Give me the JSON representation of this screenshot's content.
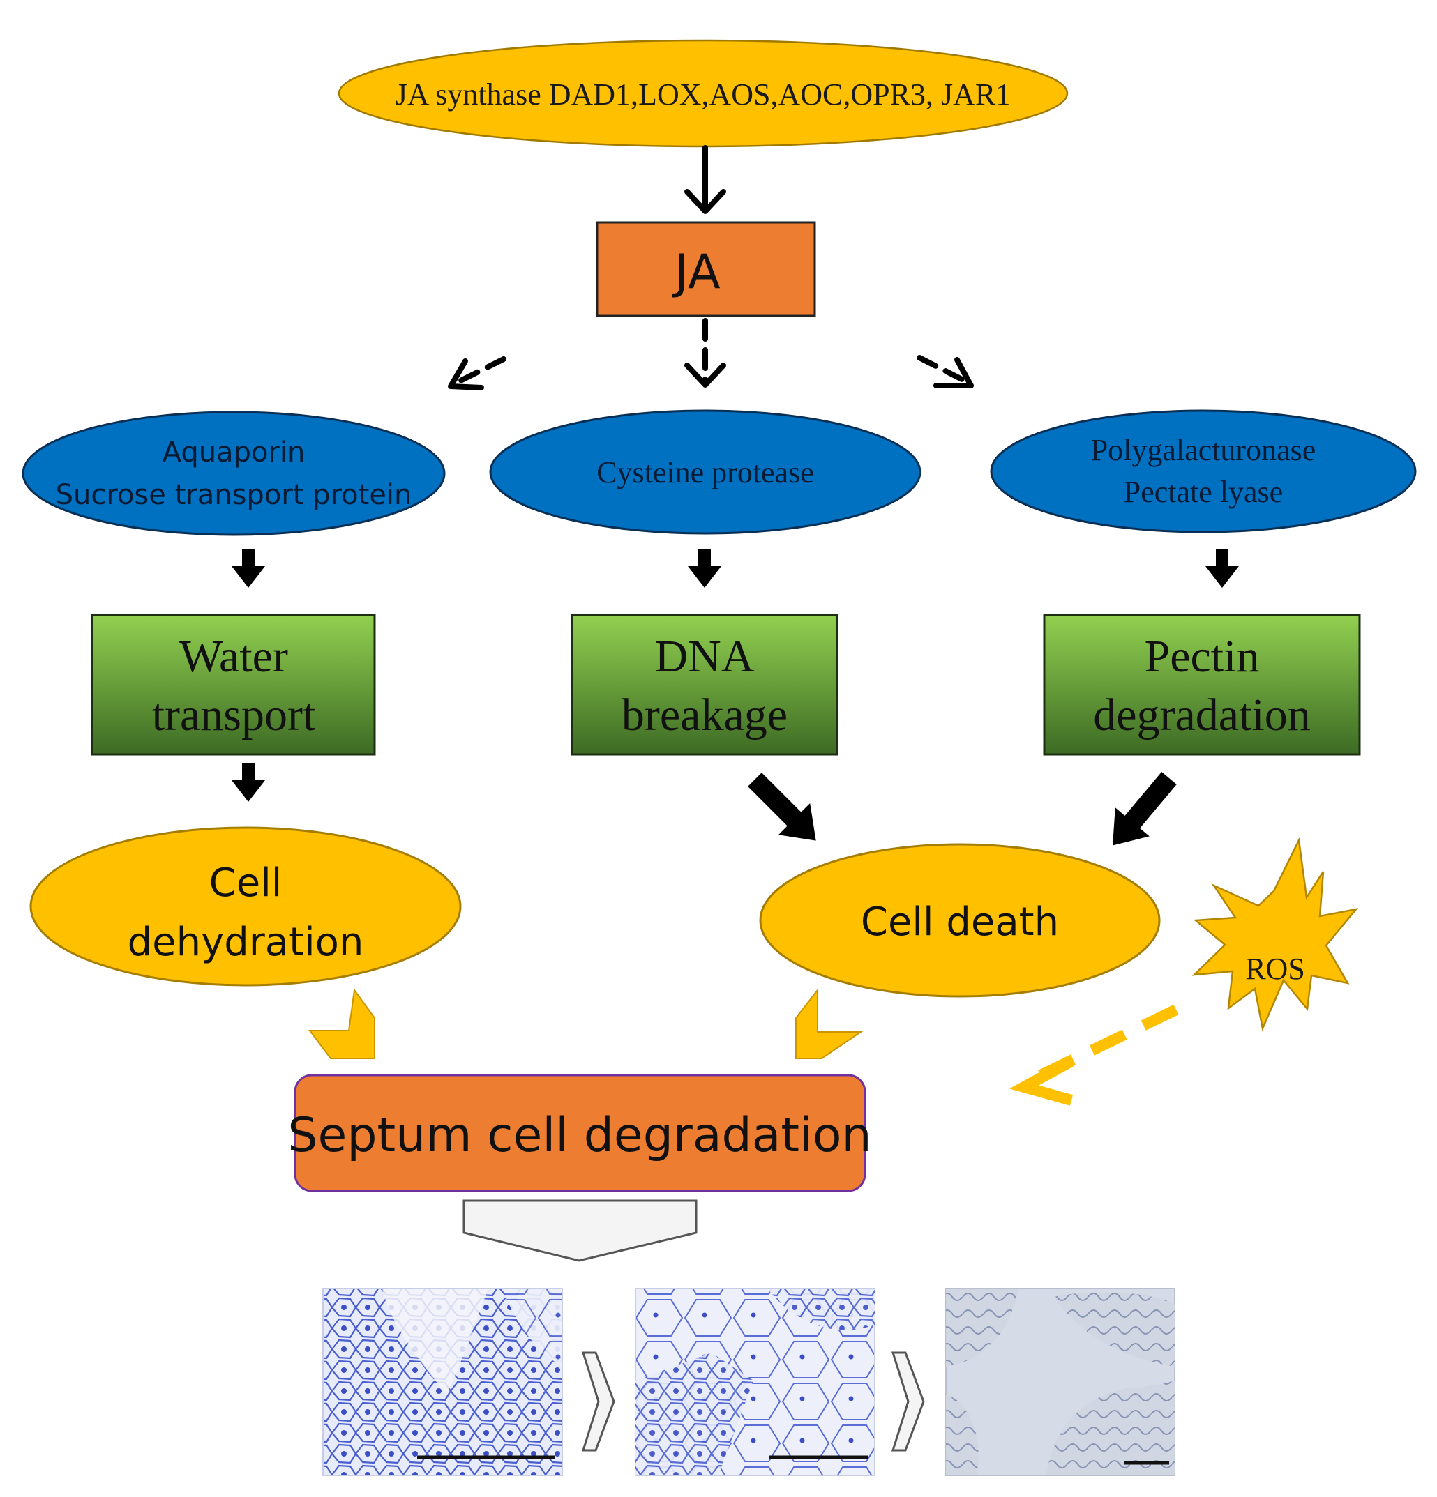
{
  "nodes": {
    "ja_synthase": "JA synthase DAD1,LOX,AOS,AOC,OPR3, JAR1",
    "ja": "JA",
    "aquaporin": [
      "Aquaporin",
      "Sucrose transport protein"
    ],
    "cysteine_protease": "Cysteine protease",
    "polygalacturonase": [
      "Polygalacturonase",
      "Pectate lyase"
    ],
    "water_transport": [
      "Water",
      "transport"
    ],
    "dna_breakage": [
      "DNA",
      "breakage"
    ],
    "pectin_degradation": [
      "Pectin",
      "degradation"
    ],
    "cell_dehydration": [
      "Cell",
      "dehydration"
    ],
    "cell_death": "Cell death",
    "ros": "ROS",
    "septum_degradation": "Septum cell degradation"
  },
  "micrographs": [
    {
      "name": "micrograph-stage-1"
    },
    {
      "name": "micrograph-stage-2"
    },
    {
      "name": "micrograph-stage-3"
    }
  ],
  "colors": {
    "yellow": "#FFC000",
    "orange": "#ED7D31",
    "blue": "#0070C0",
    "green_top": "#92D050",
    "green_bottom": "#385723",
    "stain": "#4A5FCF",
    "outline": "#1F1F1F"
  }
}
